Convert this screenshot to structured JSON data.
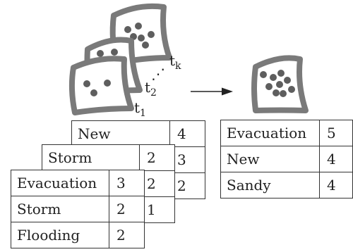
{
  "frames": {
    "time_labels": [
      {
        "base": "t",
        "sub": "k"
      },
      {
        "base": "t",
        "sub": "2"
      },
      {
        "base": "t",
        "sub": "1"
      }
    ],
    "ellipsis": "⋰"
  },
  "stacked_tables": [
    {
      "rows": [
        [
          "New",
          "4"
        ],
        [
          "",
          "3"
        ],
        [
          "",
          "2"
        ]
      ]
    },
    {
      "rows": [
        [
          "Storm",
          "2"
        ],
        [
          "",
          "2"
        ],
        [
          "",
          "1"
        ]
      ]
    },
    {
      "rows": [
        [
          "Evacuation",
          "3"
        ],
        [
          "Storm",
          "2"
        ],
        [
          "Flooding",
          "2"
        ]
      ]
    }
  ],
  "result_table": {
    "rows": [
      [
        "Evacuation",
        "5"
      ],
      [
        "New",
        "4"
      ],
      [
        "Sandy",
        "4"
      ]
    ]
  },
  "colors": {
    "frame_stroke": "#7a7a7a",
    "frame_fill": "#ffffff",
    "dot_fill": "#5e5e5e",
    "border": "#333333",
    "text": "#222222"
  }
}
